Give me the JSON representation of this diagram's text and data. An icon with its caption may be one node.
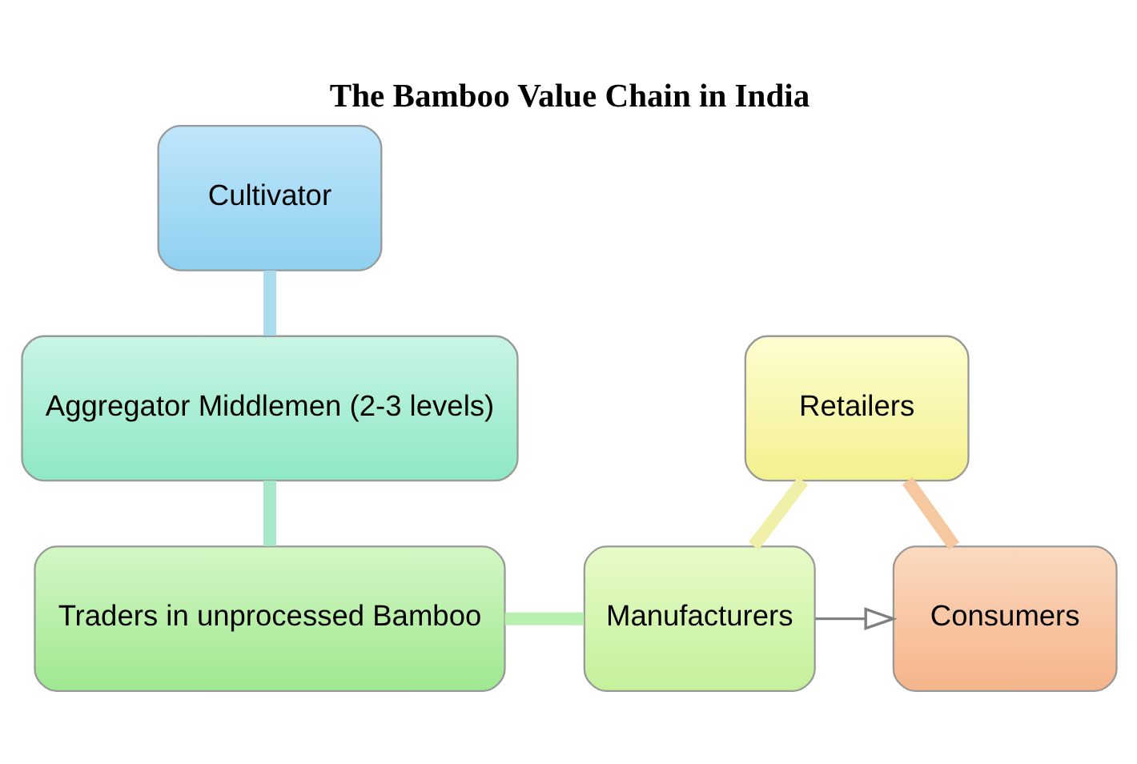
{
  "diagram": {
    "title": "The Bamboo Value Chain in India",
    "nodes": [
      {
        "text": [
          "Cultivator"
        ]
      },
      {
        "text": [
          "Aggregator Middlemen (2-3 levels)"
        ]
      },
      {
        "text": [
          "Traders in unprocessed Bamboo"
        ]
      },
      {
        "text": [
          "Manufacturers"
        ]
      },
      {
        "text": [
          "Retailers"
        ]
      },
      {
        "text": [
          "Consumers"
        ]
      }
    ],
    "edges": [
      {
        "from": 0,
        "to": 1,
        "arrow": "none",
        "color": "#a9dcec"
      },
      {
        "from": 1,
        "to": 2,
        "arrow": "none",
        "color": "#a6e8c8"
      },
      {
        "from": 2,
        "to": 3,
        "arrow": "none",
        "color": "#b8f0b0"
      },
      {
        "from": 3,
        "to": 4,
        "arrow": "none",
        "color": "#f0f0a8"
      },
      {
        "from": 4,
        "to": 5,
        "arrow": "none",
        "color": "#f5c8a0"
      },
      {
        "from": 3,
        "to": 5,
        "arrow": "to",
        "color": "#808080"
      }
    ]
  }
}
